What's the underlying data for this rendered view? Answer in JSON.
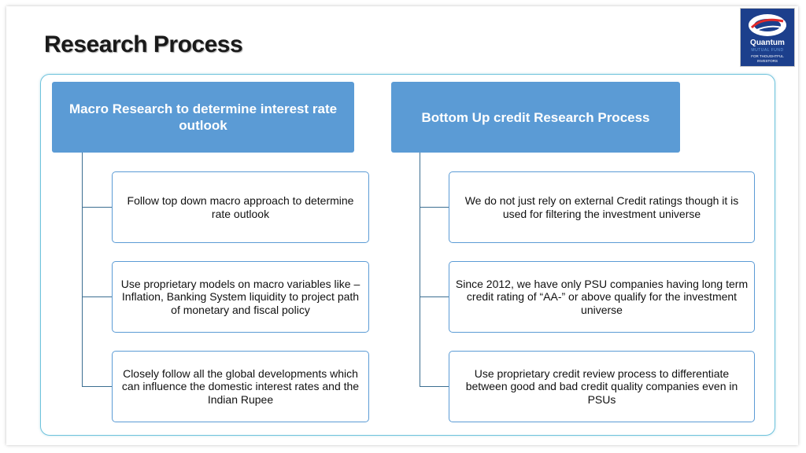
{
  "title": "Research Process",
  "logo": {
    "name": "Quantum",
    "subtitle": "MUTUAL FUND",
    "tagline": "FOR THOUGHTFUL INVESTORS"
  },
  "colors": {
    "header_fill": "#5b9bd5",
    "frame_border": "#6ec3dc",
    "logo_bg": "#1c3f8c"
  },
  "left": {
    "header": "Macro  Research to determine interest rate outlook",
    "items": [
      "Follow top down macro approach to determine rate outlook",
      "Use proprietary models on macro variables like – Inflation, Banking System liquidity to project path of monetary and fiscal policy",
      "Closely follow all the global developments which can influence the domestic interest rates and the Indian Rupee"
    ]
  },
  "right": {
    "header": "Bottom Up credit Research Process",
    "items": [
      "We do not just rely on external Credit ratings though it is used for filtering the investment universe",
      "Since 2012, we have only PSU companies having long term credit rating of “AA-” or above qualify for the investment universe",
      "Use proprietary credit review process to differentiate between good and bad credit quality companies even in PSUs"
    ]
  }
}
